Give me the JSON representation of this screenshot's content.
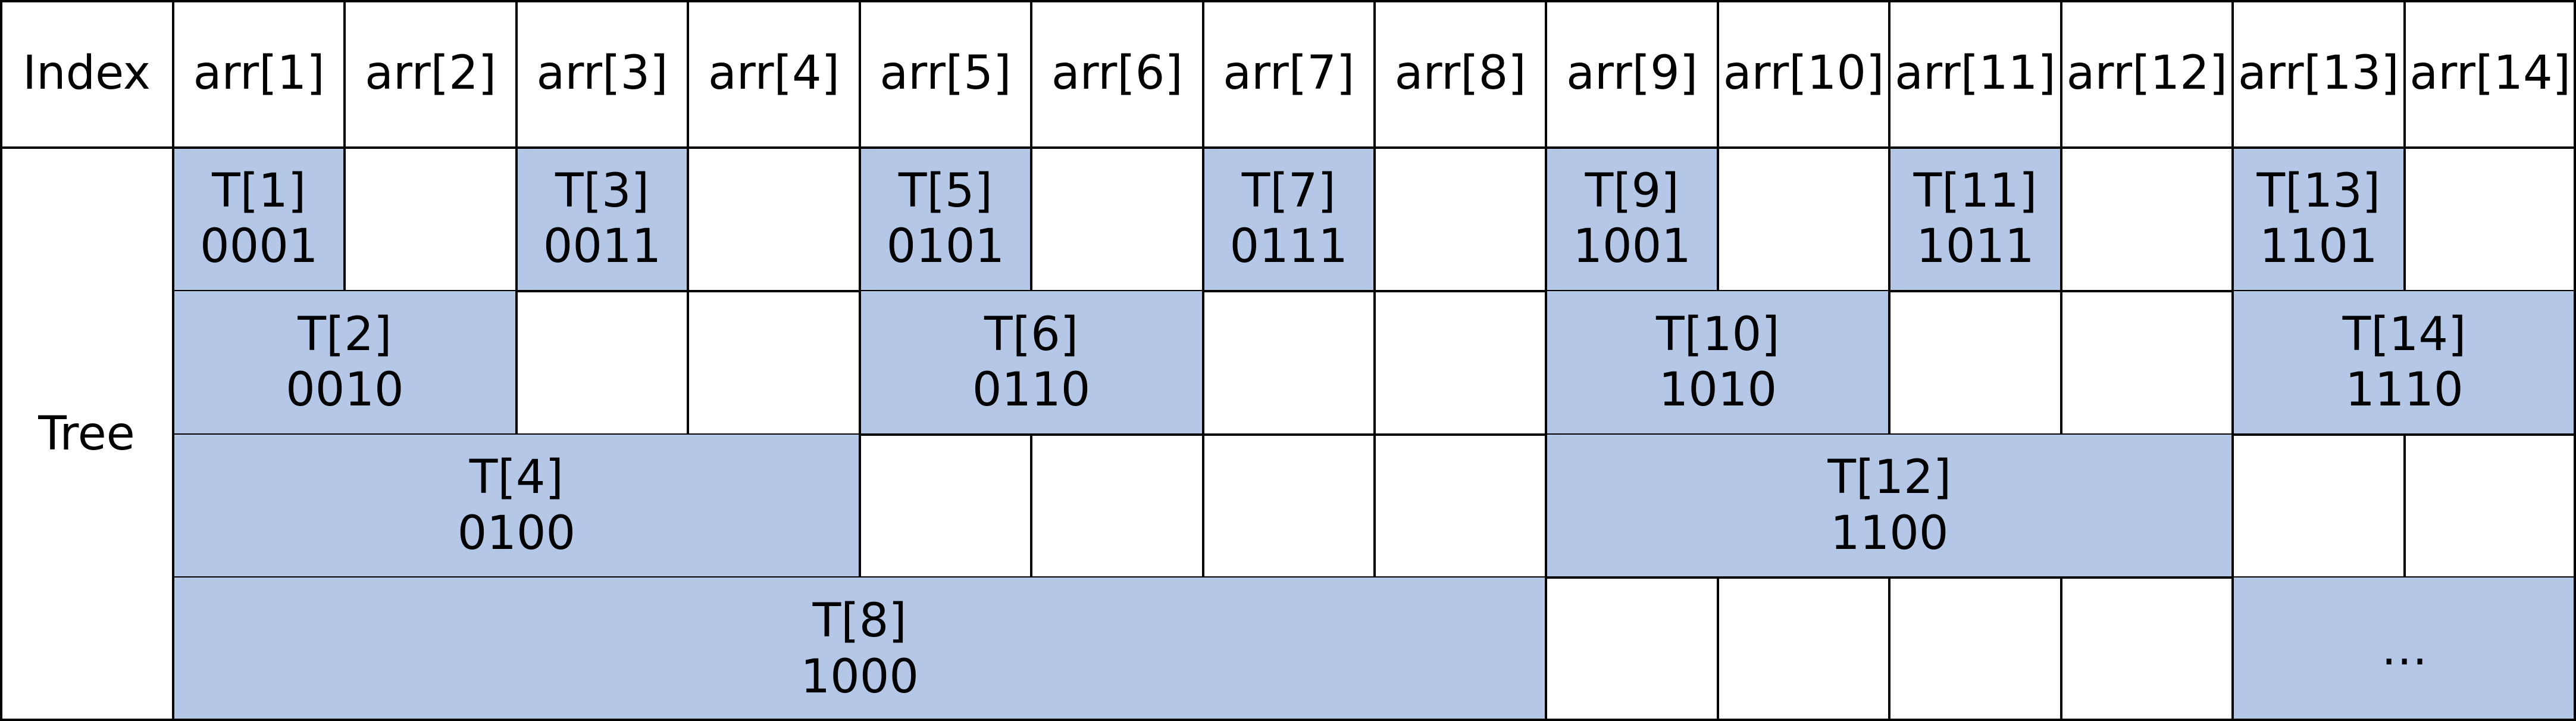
{
  "header": {
    "index_label": "Index",
    "columns": [
      "arr[1]",
      "arr[2]",
      "arr[3]",
      "arr[4]",
      "arr[5]",
      "arr[6]",
      "arr[7]",
      "arr[8]",
      "arr[9]",
      "arr[10]",
      "arr[11]",
      "arr[12]",
      "arr[13]",
      "arr[14]"
    ]
  },
  "tree": {
    "label": "Tree",
    "fill_color": "#b4c7e7",
    "levels": [
      {
        "nodes": [
          {
            "name": "T[1]",
            "binary": "0001",
            "from": 1,
            "to": 1
          },
          {
            "name": "T[3]",
            "binary": "0011",
            "from": 3,
            "to": 3
          },
          {
            "name": "T[5]",
            "binary": "0101",
            "from": 5,
            "to": 5
          },
          {
            "name": "T[7]",
            "binary": "0111",
            "from": 7,
            "to": 7
          },
          {
            "name": "T[9]",
            "binary": "1001",
            "from": 9,
            "to": 9
          },
          {
            "name": "T[11]",
            "binary": "1011",
            "from": 11,
            "to": 11
          },
          {
            "name": "T[13]",
            "binary": "1101",
            "from": 13,
            "to": 13
          }
        ]
      },
      {
        "nodes": [
          {
            "name": "T[2]",
            "binary": "0010",
            "from": 1,
            "to": 2
          },
          {
            "name": "T[6]",
            "binary": "0110",
            "from": 5,
            "to": 6
          },
          {
            "name": "T[10]",
            "binary": "1010",
            "from": 9,
            "to": 10
          },
          {
            "name": "T[14]",
            "binary": "1110",
            "from": 13,
            "to": 14
          }
        ]
      },
      {
        "nodes": [
          {
            "name": "T[4]",
            "binary": "0100",
            "from": 1,
            "to": 4
          },
          {
            "name": "T[12]",
            "binary": "1100",
            "from": 9,
            "to": 12
          }
        ]
      },
      {
        "nodes": [
          {
            "name": "T[8]",
            "binary": "1000",
            "from": 1,
            "to": 8
          },
          {
            "name": "…",
            "binary": "",
            "from": 13,
            "to": 14
          }
        ]
      }
    ]
  }
}
